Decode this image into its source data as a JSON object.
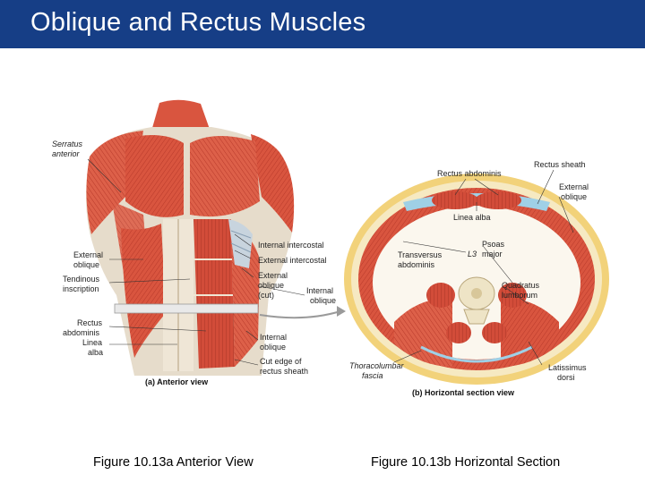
{
  "title": "Oblique and Rectus Muscles",
  "colors": {
    "header_bg": "#163e86",
    "header_text": "#ffffff",
    "muscle": "#d9553f",
    "sheath": "#eadfc9"
  },
  "figure_a": {
    "panel_label": "(a) Anterior view",
    "labels": {
      "serratus": "Serratus",
      "anterior": "anterior",
      "internal_intercostal": "Internal intercostal",
      "external_intercostal": "External intercostal",
      "external_oblique_l1": "External",
      "external_oblique_l2": "oblique",
      "external_oblique_cut_l1": "External",
      "external_oblique_cut_l2": "oblique",
      "external_oblique_cut_l3": "(cut)",
      "tendinous_l1": "Tendinous",
      "tendinous_l2": "inscription",
      "internal_oblique_mid_l1": "Internal",
      "internal_oblique_mid_l2": "oblique",
      "rectus_l1": "Rectus",
      "rectus_l2": "abdominis",
      "linea_l1": "Linea",
      "linea_l2": "alba",
      "internal_oblique_low_l1": "Internal",
      "internal_oblique_low_l2": "oblique",
      "cut_edge_l1": "Cut edge of",
      "cut_edge_l2": "rectus sheath"
    }
  },
  "figure_b": {
    "panel_label": "(b) Horizontal section view",
    "labels": {
      "rectus_abdominis": "Rectus abdominis",
      "rectus_sheath": "Rectus sheath",
      "external_oblique_l1": "External",
      "external_oblique_l2": "oblique",
      "linea_alba": "Linea alba",
      "psoas_l1": "Psoas",
      "psoas_l2": "major",
      "l3": "L3",
      "transversus_l1": "Transversus",
      "transversus_l2": "abdominis",
      "quadratus_l1": "Quadratus",
      "quadratus_l2": "lumborum",
      "thoracolumbar_l1": "Thoracolumbar",
      "thoracolumbar_l2": "fascia",
      "latissimus_l1": "Latissimus",
      "latissimus_l2": "dorsi"
    }
  },
  "captions": {
    "left": "Figure 10.13a  Anterior View",
    "right": "Figure 10.13b  Horizontal Section"
  }
}
